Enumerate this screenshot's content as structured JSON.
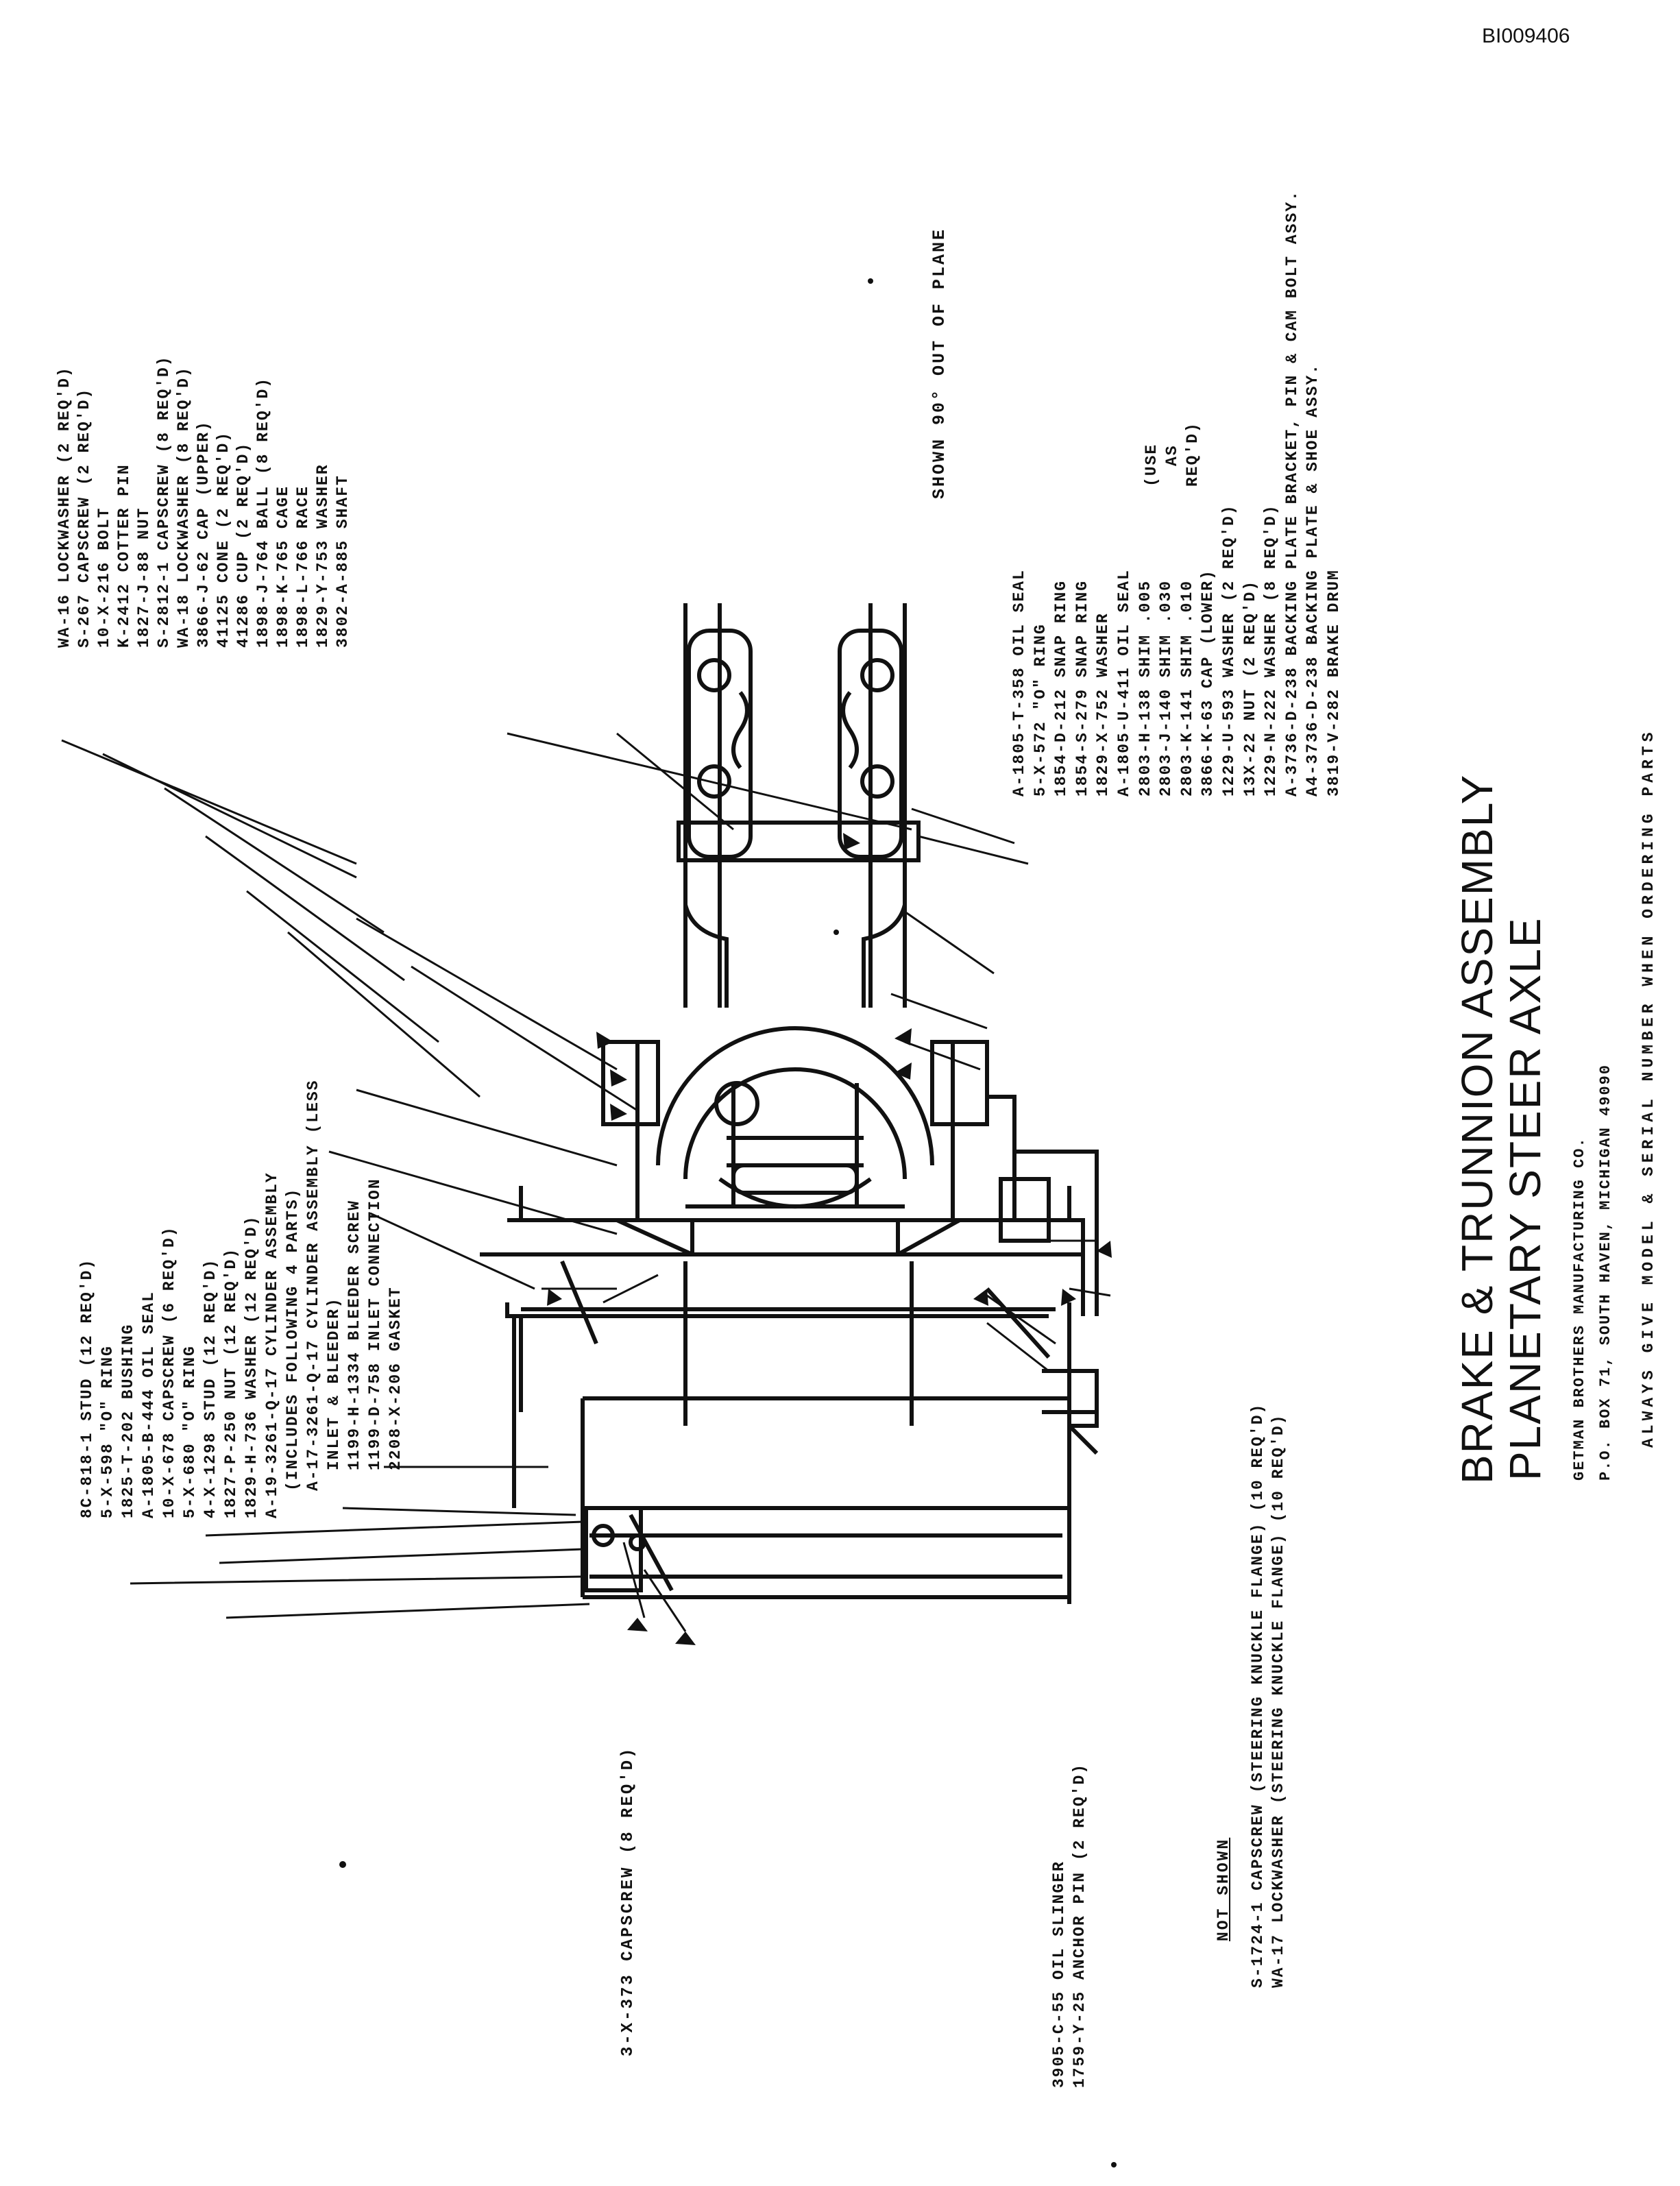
{
  "document_id": "BI009406",
  "title_line1": "BRAKE & TRUNNION ASSEMBLY",
  "title_line2": "PLANETARY STEER AXLE",
  "company": {
    "name": "GETMAN BROTHERS MANUFACTURING CO.",
    "address": "P.O. BOX 71, SOUTH HAVEN, MICHIGAN 49090"
  },
  "ordering_note": "ALWAYS GIVE MODEL & SERIAL NUMBER WHEN ORDERING PARTS",
  "view_note": "SHOWN 90° OUT OF PLANE",
  "parts_upper_left": [
    "WA-16 LOCKWASHER (2 REQ'D)",
    "S-267 CAPSCREW (2 REQ'D)",
    "10-X-216 BOLT",
    "K-2412 COTTER PIN",
    "1827-J-88 NUT",
    "S-2812-1 CAPSCREW (8 REQ'D)",
    "WA-18 LOCKWASHER (8 REQ'D)",
    "3866-J-62 CAP (UPPER)",
    "41125 CONE (2 REQ'D)",
    "41286 CUP (2 REQ'D)",
    "1898-J-764 BALL (8 REQ'D)",
    "1898-K-765 CAGE",
    "1898-L-766 RACE",
    "1829-Y-753 WASHER",
    "3802-A-885 SHAFT"
  ],
  "parts_left_middle": [
    "8C-818-1 STUD (12 REQ'D)",
    "5-X-598 \"O\" RING",
    "1825-T-202 BUSHING",
    "A-1805-B-444 OIL SEAL",
    "10-X-678 CAPSCREW (6 REQ'D)",
    "5-X-680 \"O\" RING",
    "4-X-1298 STUD (12 REQ'D)",
    "1827-P-250 NUT (12 REQ'D)",
    "1829-H-736 WASHER (12 REQ'D)",
    "A-19-3261-Q-17 CYLINDER ASSEMBLY",
    "(INCLUDES FOLLOWING 4 PARTS)",
    "A-17-3261-Q-17 CYLINDER ASSEMBLY (LESS",
    "INLET & BLEEDER)",
    "1199-H-1334 BLEEDER SCREW",
    "1199-D-758 INLET CONNECTION",
    "2208-X-206 GASKET"
  ],
  "part_capscrew": "3-X-373 CAPSCREW (8 REQ'D)",
  "parts_lower_left": [
    "3905-C-55 OIL SLINGER",
    "1759-Y-25 ANCHOR PIN (2 REQ'D)"
  ],
  "not_shown_heading": "NOT SHOWN",
  "parts_not_shown": [
    "S-1724-1 CAPSCREW (STEERING KNUCKLE FLANGE) (10 REQ'D)",
    "WA-17 LOCKWASHER (STEERING KNUCKLE FLANGE) (10 REQ'D)"
  ],
  "parts_right": [
    "A-1805-T-358 OIL SEAL",
    "5-X-572 \"O\" RING",
    "1854-D-212 SNAP RING",
    "1854-S-279 SNAP RING",
    "1829-X-752 WASHER",
    "A-1805-U-411 OIL SEAL",
    "2803-H-138 SHIM .005",
    "2803-J-140 SHIM .030",
    "2803-K-141 SHIM .010",
    "3866-K-63 CAP (LOWER)",
    "1229-U-593 WASHER (2 REQ'D)",
    "13X-22 NUT (2 REQ'D)",
    "1229-N-222 WASHER (8 REQ'D)",
    "A-3736-D-238 BACKING PLATE BRACKET, PIN & CAM BOLT ASSY.",
    "A4-3736-D-238 BACKING PLATE & SHOE ASSY.",
    "3819-V-282 BRAKE DRUM"
  ],
  "shim_note": [
    "(USE",
    "AS",
    "REQ'D)"
  ]
}
